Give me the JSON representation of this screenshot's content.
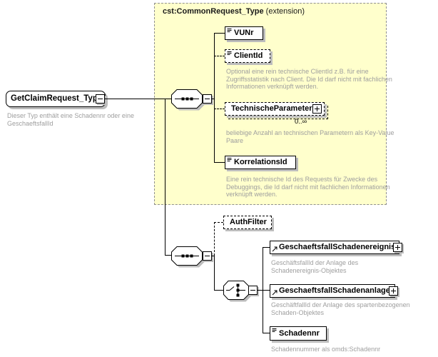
{
  "root": {
    "label": "GetClaimRequest_Type",
    "annotation": "Dieser Typ enthält eine Schadennr oder eine GeschaeftsfallId"
  },
  "extension": {
    "name": "cst:CommonRequest_Type",
    "suffix": " (extension)"
  },
  "elements": {
    "vunr": {
      "label": "VUNr"
    },
    "clientid": {
      "label": "ClientId",
      "annotation": "Optional eine rein technische ClientId z.B. für eine Zugriffsstatistik nach Client. Die Id darf nicht mit fachlichen Informationen verknüpft werden."
    },
    "technischeparameter": {
      "label": "TechnischeParameter",
      "occurrence": "0..∞",
      "annotation": "beliebige Anzahl an technischen Parametern als Key-Value Paare"
    },
    "korrelationsid": {
      "label": "KorrelationsId",
      "annotation": "Eine rein technische Id des Requests für Zwecke des Debuggings, die Id darf nicht mit fachlichen Informationen verknüpft werden."
    },
    "authfilter": {
      "label": "AuthFilter"
    },
    "geschaeftsfallschadenereignis": {
      "label": "GeschaeftsfallSchadenereignis",
      "annotation": "GeschäftsfallId der Anlage des Schadenereignis-Objektes"
    },
    "geschaeftsfallschadenanlage": {
      "label": "GeschaeftsfallSchadenanlage",
      "annotation": "GeschäftfallId der Anlage des spartenbezogenen Schaden-Objektes"
    },
    "schadennr": {
      "label": "Schadennr",
      "annotation": "Schadennummer als omds:Schadennr"
    }
  },
  "colors": {
    "extension_fill": "#ffffcc",
    "annotation_text": "#9e9e9e",
    "line": "#000000",
    "shadow": "#bdbdbd"
  }
}
